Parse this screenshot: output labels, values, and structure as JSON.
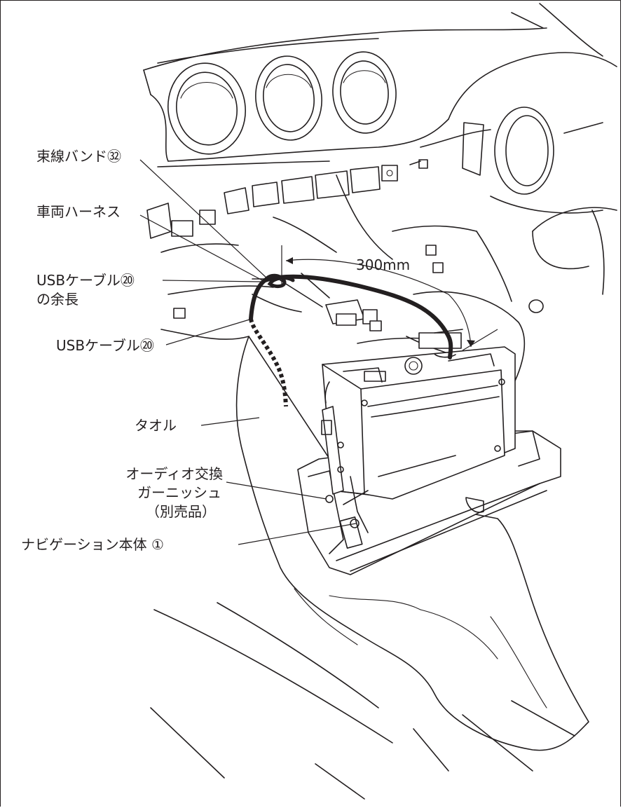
{
  "labels": {
    "cable_band": "束線バンド㉜",
    "vehicle_harness": "車両ハーネス",
    "usb_excess_line1": "USBケーブル⑳",
    "usb_excess_line2": "の余長",
    "usb_cable": "USBケーブル⑳",
    "towel": "タオル",
    "garnish_line1": "オーディオ交換",
    "garnish_line2": "ガーニッシュ",
    "garnish_line3": "（別売品）",
    "nav_unit": "ナビゲーション本体 ①",
    "dimension": "300mm"
  }
}
